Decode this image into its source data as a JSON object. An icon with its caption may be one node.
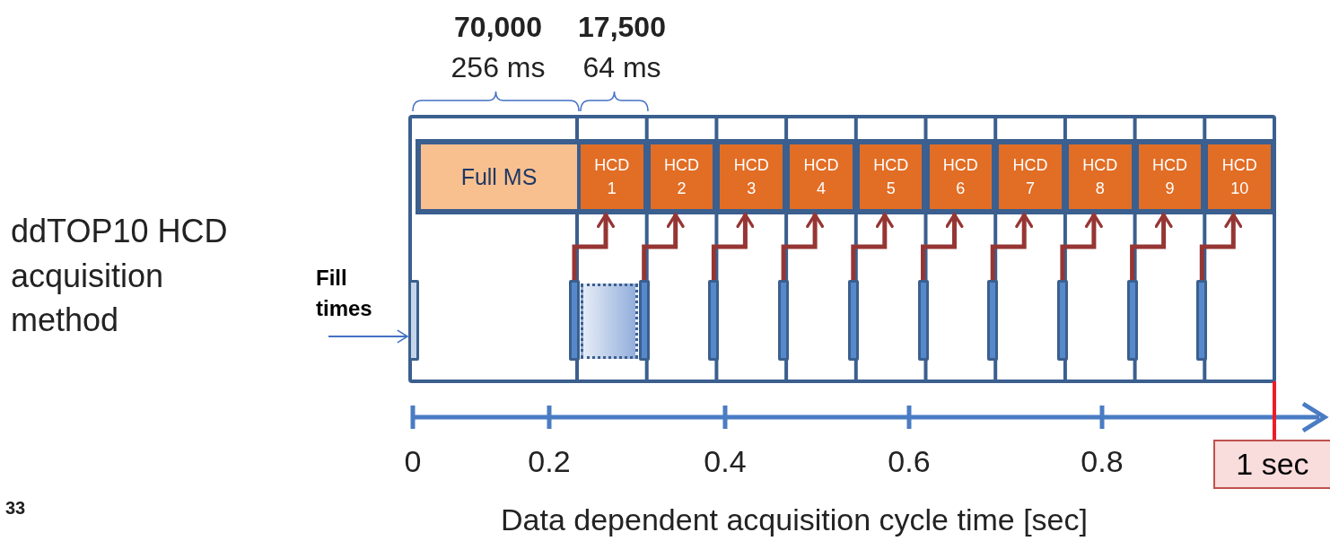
{
  "diagram": {
    "title": "ddTOP10 HCD acquisition method",
    "nodes": [
      {
        "text": [
          "Full MS"
        ]
      },
      {
        "text": [
          "HCD 1"
        ]
      },
      {
        "text": [
          "HCD 2"
        ]
      },
      {
        "text": [
          "HCD 3"
        ]
      },
      {
        "text": [
          "HCD 4"
        ]
      },
      {
        "text": [
          "HCD 5"
        ]
      },
      {
        "text": [
          "HCD 6"
        ]
      },
      {
        "text": [
          "HCD 7"
        ]
      },
      {
        "text": [
          "HCD 8"
        ]
      },
      {
        "text": [
          "HCD 9"
        ]
      },
      {
        "text": [
          "HCD 10"
        ]
      },
      {
        "text": [
          "Fill times"
        ]
      },
      {
        "text": [],
        "shape": "bar"
      },
      {
        "text": [],
        "shape": "bar"
      },
      {
        "text": [],
        "shape": "bar"
      },
      {
        "text": [],
        "shape": "bar"
      },
      {
        "text": [],
        "shape": "bar"
      },
      {
        "text": [],
        "shape": "bar"
      },
      {
        "text": [],
        "shape": "bar"
      },
      {
        "text": [],
        "shape": "bar"
      },
      {
        "text": [],
        "shape": "bar"
      },
      {
        "text": [],
        "shape": "bar"
      },
      {
        "text": [],
        "shape": "bar"
      },
      {
        "text": [
          "1 sec"
        ]
      },
      {
        "text": [],
        "shape": "box"
      }
    ],
    "edges": [
      {
        "from": 11,
        "to": 12,
        "arrow": "to",
        "color": "#4472c4"
      },
      {
        "from": 13,
        "to": 1,
        "arrow": "to"
      },
      {
        "from": 14,
        "to": 2,
        "arrow": "to"
      },
      {
        "from": 15,
        "to": 3,
        "arrow": "to"
      },
      {
        "from": 16,
        "to": 4,
        "arrow": "to"
      },
      {
        "from": 17,
        "to": 5,
        "arrow": "to"
      },
      {
        "from": 18,
        "to": 6,
        "arrow": "to"
      },
      {
        "from": 19,
        "to": 7,
        "arrow": "to"
      },
      {
        "from": 20,
        "to": 8,
        "arrow": "to"
      },
      {
        "from": 21,
        "to": 9,
        "arrow": "to"
      },
      {
        "from": 22,
        "to": 10,
        "arrow": "to"
      },
      {
        "from": 23,
        "to": null,
        "arrow": "none",
        "color": "#ee1c25"
      }
    ],
    "labels": [
      "70,000",
      "17,500",
      "256 ms",
      "64 ms",
      "0",
      "0.2",
      "0.4",
      "0.6",
      "0.8",
      "Data dependent acquisition cycle time [sec]",
      "33"
    ]
  }
}
